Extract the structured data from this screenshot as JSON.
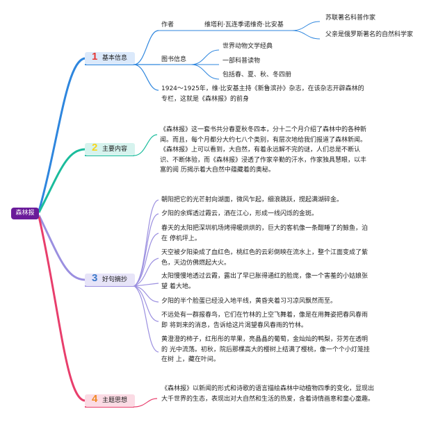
{
  "root": {
    "label": "森林报"
  },
  "branches": [
    {
      "num": "1",
      "label": "基本信息",
      "color": "#2e86de",
      "num_color": "#e53935"
    },
    {
      "num": "2",
      "label": "主要内容",
      "color": "#1abc9c",
      "num_color": "#f7d51d"
    },
    {
      "num": "3",
      "label": "好句摘抄",
      "color": "#9b8fe0",
      "num_color": "#3a78c9"
    },
    {
      "num": "4",
      "label": "主题思想",
      "color": "#e83e6c",
      "num_color": "#f08a24"
    }
  ],
  "basic": {
    "author_label": "作者",
    "author_name": "维塔利·瓦连季诺维奇·比安基",
    "author_notes": [
      "苏联著名科普作家",
      "父亲是俄罗斯著名的自然科学家"
    ],
    "category_label": "图书信息",
    "category_items": [
      "世界动物文学经典",
      "一部科普读物",
      "包括春、夏、秋、冬四册"
    ],
    "history": "1924～1925年，维·比安基主持《新鲁滨孙》杂志，在该杂志开辟森林的专栏，这就是《森林报》的前身"
  },
  "content": {
    "text": "《森林报》这一套书共分春夏秋冬四本，分十二个月介绍了森林中的各种新闻。而且，每个月都分大约七八个类别，有层次地给我们报道了森林新闻。《森林报》上可以看到，大自然，有着永远解不完的谜，人们总是不断认识、不断体验，而《森林报》浸透了作家辛勤的汗水，作家独具慧眼，以丰富的阅 历揭示着大自然中蕴藏着的奥秘。"
  },
  "sentences": [
    "朝阳把它的光芒射向湖面，微风乍起，细浪跳跃，搅起满湖碎金。",
    "夕阳的余辉透过霞云，洒在江心，形成一线闪烁的金斑。",
    "春天的太阳把深圳机场烤得暖烘烘的，巨大的客机像一条酣睡了的鲸鱼，泊在 停机坪上。",
    "天空被夕阳染成了血红色，桃红色的云彩倒映在流水上，整个江面变成了紫色，天边仿佛燃起大火。",
    "太阳慢慢地透过云霞，露出了早已胀得通红的脸庞，像一个害羞的小姑娘张望 着大地。",
    "夕阳的半个脸蛋已经没入地平线，黄昏夹着习习凉风飘然而至。",
    "不远处有一群报春鸟，它们在竹林的上空飞舞着，像是在用舞姿把春风春雨即 将到来的消息，告诉给这片渴望春风春雨的竹林。",
    "黄澄澄的柿子，红彤彤的苹果，亮晶晶的葡萄，金灿灿的鸭梨，芬芳在透明的 光中流荡。初秋，院后那棵高大的樱树上结满了樱桃，像一个个小灯笼挂在树 上，藏在叶间。"
  ],
  "theme": {
    "text": "《森林报》以新闻的形式和诗歌的语言描绘森林中动植物四季的变化，显现出 大千世界的生态，表现出对大自然和生活的热爱，含着诗情画意和童心童趣。"
  }
}
